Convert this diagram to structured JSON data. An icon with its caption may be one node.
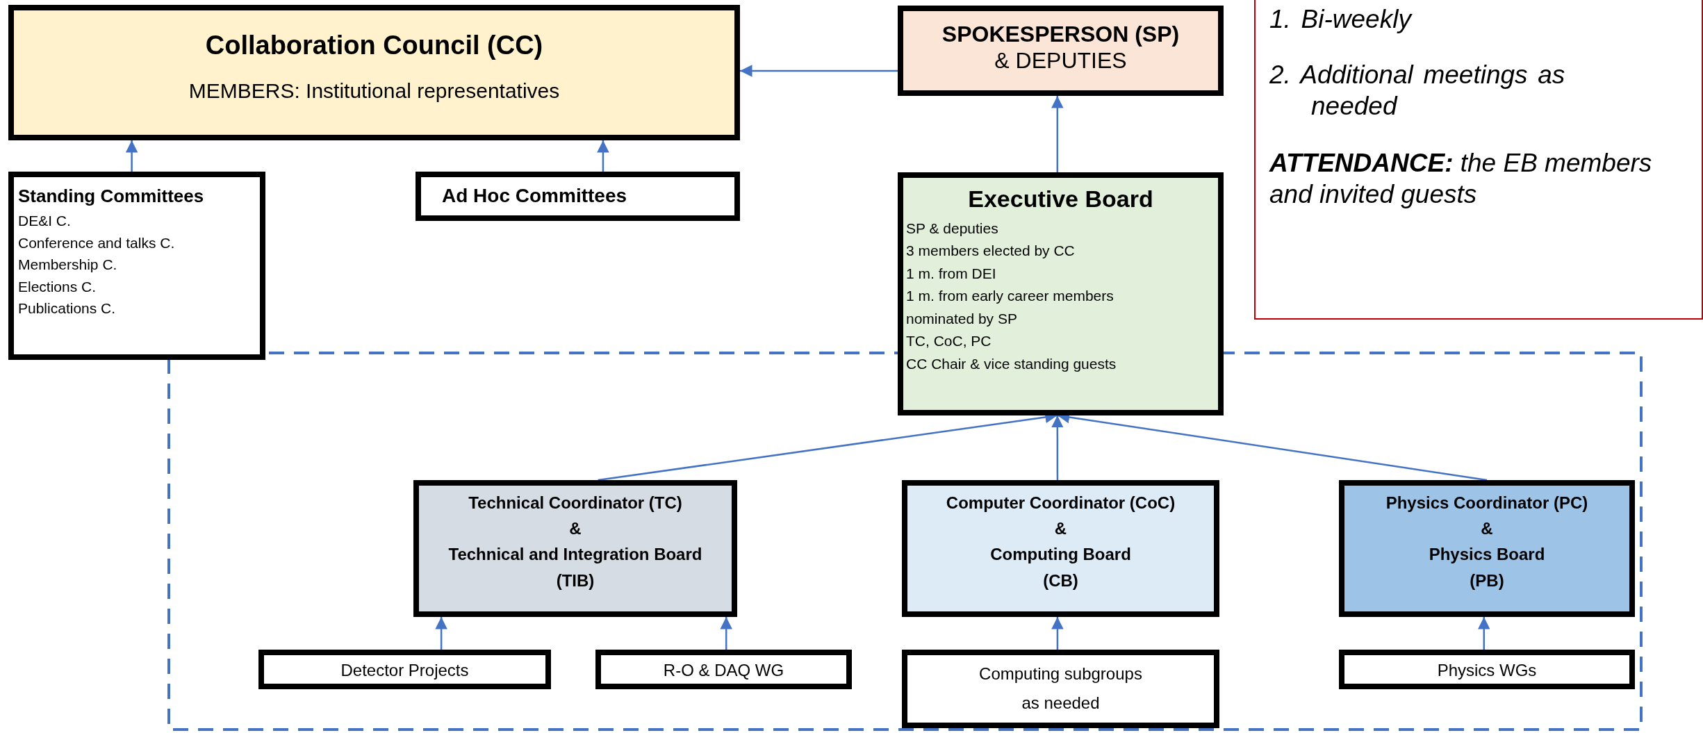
{
  "diagram": {
    "nodes": [
      {
        "text": [
          "Collaboration Council (CC)",
          "MEMBERS: Institutional representatives"
        ]
      },
      {
        "text": [
          "SPOKESPERSON (SP)",
          "& DEPUTIES"
        ]
      },
      {
        "text": [
          "1. Bi-weekly",
          "2. Additional meetings as needed",
          "**ATTENDANCE:** the EB members and invited guests"
        ]
      },
      {
        "text": [
          "Standing Committees",
          "DE&I C.",
          "Conference and talks C.",
          "Membership C.",
          "Elections  C.",
          "Publications C."
        ]
      },
      {
        "text": [
          "Ad Hoc Committees"
        ]
      },
      {
        "text": [
          "Executive Board",
          "SP & deputies",
          "3 members elected by CC",
          "1 m. from DEI",
          "1 m. from early career members nominated by SP",
          "TC, CoC, PC",
          "CC Chair & vice standing guests"
        ]
      },
      {
        "text": [
          "Technical Coordinator (TC)",
          "&",
          "Technical and Integration Board (TIB)"
        ]
      },
      {
        "text": [
          "Computer Coordinator (CoC)",
          "&",
          "Computing Board",
          "(CB)"
        ]
      },
      {
        "text": [
          "Physics Coordinator (PC)",
          "&",
          "Physics Board",
          "(PB)"
        ]
      },
      {
        "text": [
          "Detector Projects"
        ]
      },
      {
        "text": [
          "R-O & DAQ WG"
        ]
      },
      {
        "text": [
          "Computing subgroups as needed"
        ]
      },
      {
        "text": [
          "Physics WGs"
        ]
      }
    ],
    "edges": [
      {
        "from": 1,
        "to": 0,
        "arrow": "to"
      },
      {
        "from": 3,
        "to": 0,
        "arrow": "to"
      },
      {
        "from": 4,
        "to": 0,
        "arrow": "to"
      },
      {
        "from": 5,
        "to": 1,
        "arrow": "to"
      },
      {
        "from": 6,
        "to": 5,
        "arrow": "to"
      },
      {
        "from": 7,
        "to": 5,
        "arrow": "to"
      },
      {
        "from": 8,
        "to": 5,
        "arrow": "to"
      },
      {
        "from": 9,
        "to": 6,
        "arrow": "to"
      },
      {
        "from": 10,
        "to": 6,
        "arrow": "to"
      },
      {
        "from": 11,
        "to": 7,
        "arrow": "to"
      },
      {
        "from": 12,
        "to": 8,
        "arrow": "to"
      }
    ]
  }
}
